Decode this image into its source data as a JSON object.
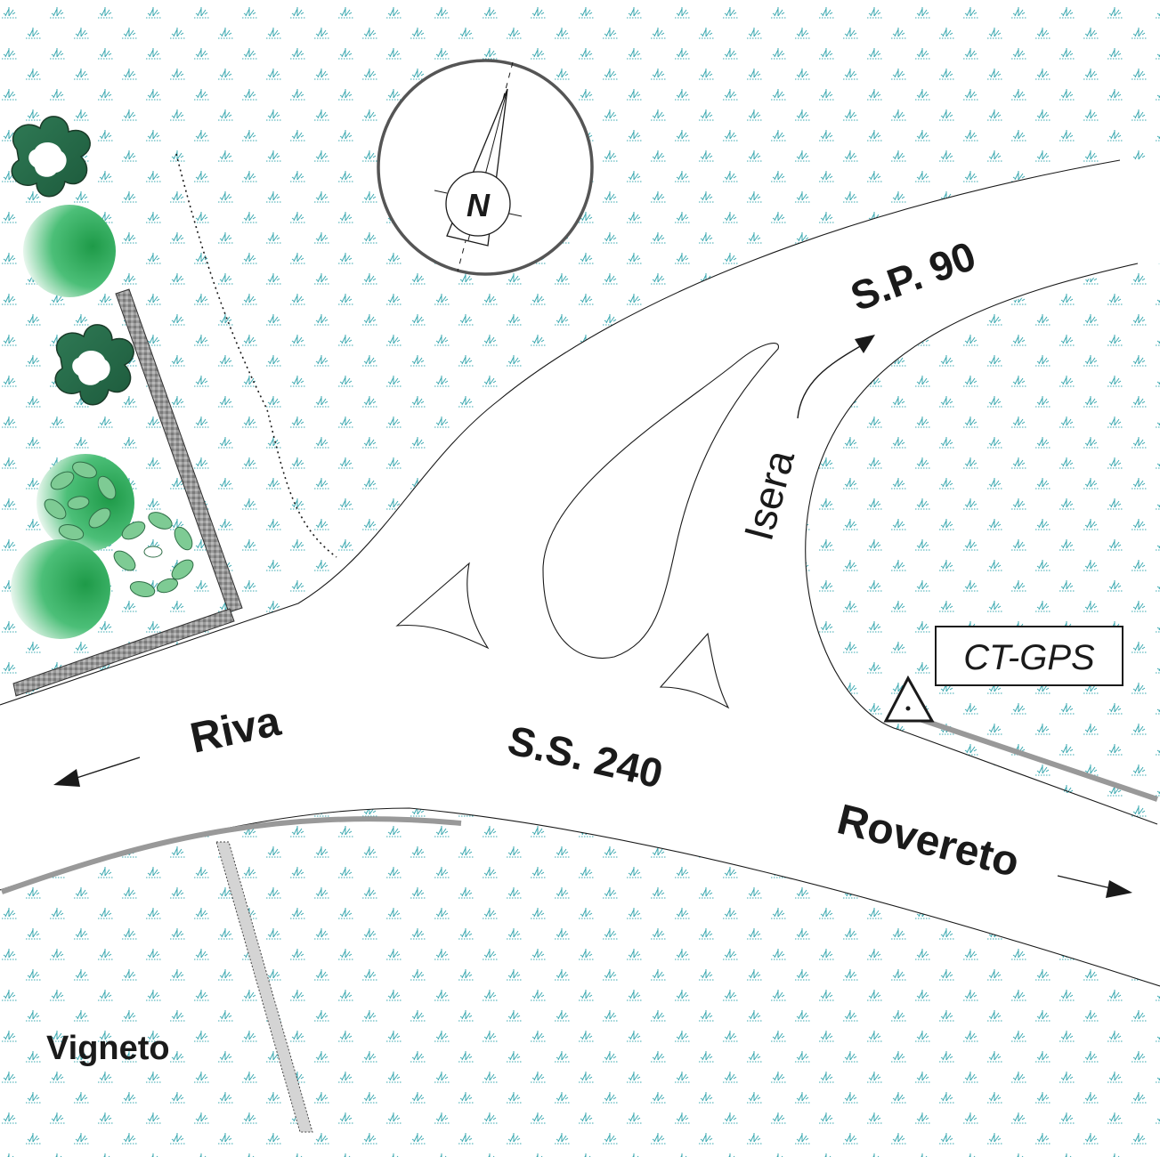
{
  "map": {
    "compass_letter": "N",
    "labels": {
      "road_main": "S.S. 240",
      "road_secondary": "S.P. 90",
      "town_isera": "Isera",
      "direction_riva": "Riva",
      "direction_rovereto": "Rovereto",
      "area_vigneto": "Vigneto"
    },
    "station": {
      "label": "CT-GPS"
    },
    "colors": {
      "vineyard_pattern": "#3aa8b0",
      "tree_green": "#1e9a48",
      "tree_dark": "#2e6b4a",
      "wall_grey": "#8a8a8a",
      "road_line": "#1a1a1a"
    }
  }
}
